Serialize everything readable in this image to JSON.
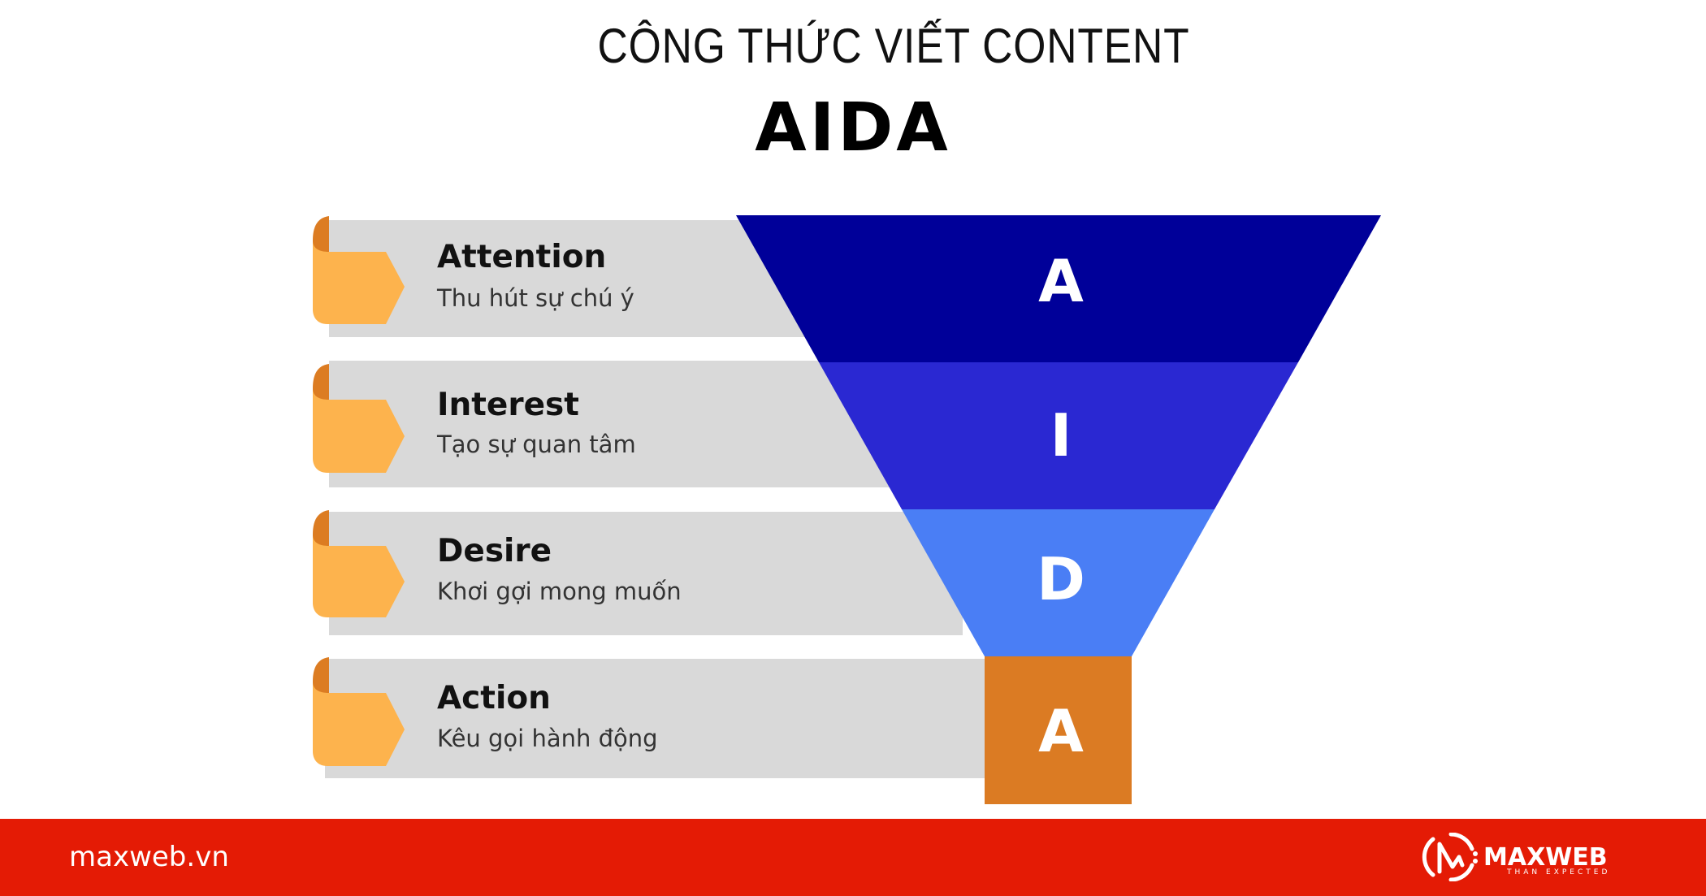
{
  "header": {
    "title": "CÔNG THỨC VIẾT CONTENT",
    "heading": "AIDA"
  },
  "stages": [
    {
      "letter": "A",
      "title": "Attention",
      "subtitle": "Thu hút sự chú ý",
      "color": "#000099"
    },
    {
      "letter": "I",
      "title": "Interest",
      "subtitle": "Tạo sự quan tâm",
      "color": "#2a28d2"
    },
    {
      "letter": "D",
      "title": "Desire",
      "subtitle": "Khơi gợi mong muốn",
      "color": "#4a7ef5"
    },
    {
      "letter": "A",
      "title": "Action",
      "subtitle": "Kêu gọi hành động",
      "color": "#db7b23"
    }
  ],
  "colors": {
    "bar": "#d9d9d9",
    "tab_light": "#fdb34d",
    "tab_dark": "#dc7c22",
    "footer": "#e41b05"
  },
  "footer": {
    "url": "maxweb.vn",
    "logo_name": "MAXWEB",
    "logo_tagline": "THAN EXPECTED",
    "logo_icon": "maxweb-logo-icon"
  }
}
